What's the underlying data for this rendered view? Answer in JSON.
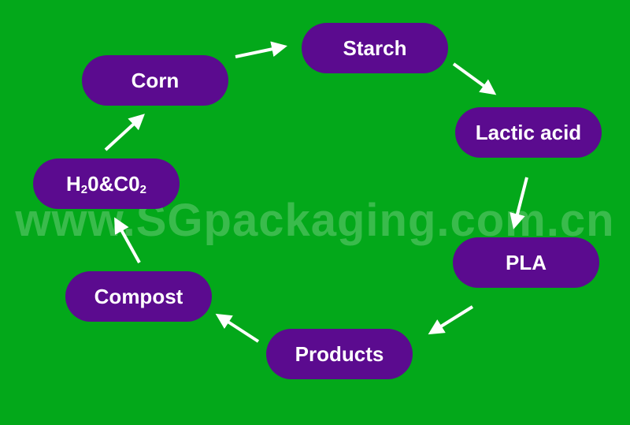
{
  "diagram": {
    "nodes": {
      "starch": "Starch",
      "lactic_acid": "Lactic acid",
      "pla": "PLA",
      "products": "Products",
      "compost": "Compost",
      "h2o_co2": {
        "a": "H",
        "a_sub": "2",
        "b": "0&C0",
        "b_sub": "2"
      },
      "corn": "Corn"
    },
    "watermark": "www.SGpackaging.com.cn"
  },
  "colors": {
    "background": "#03a81a",
    "node_fill": "#5b0b8f",
    "node_text": "#ffffff",
    "arrow": "#ffffff"
  }
}
